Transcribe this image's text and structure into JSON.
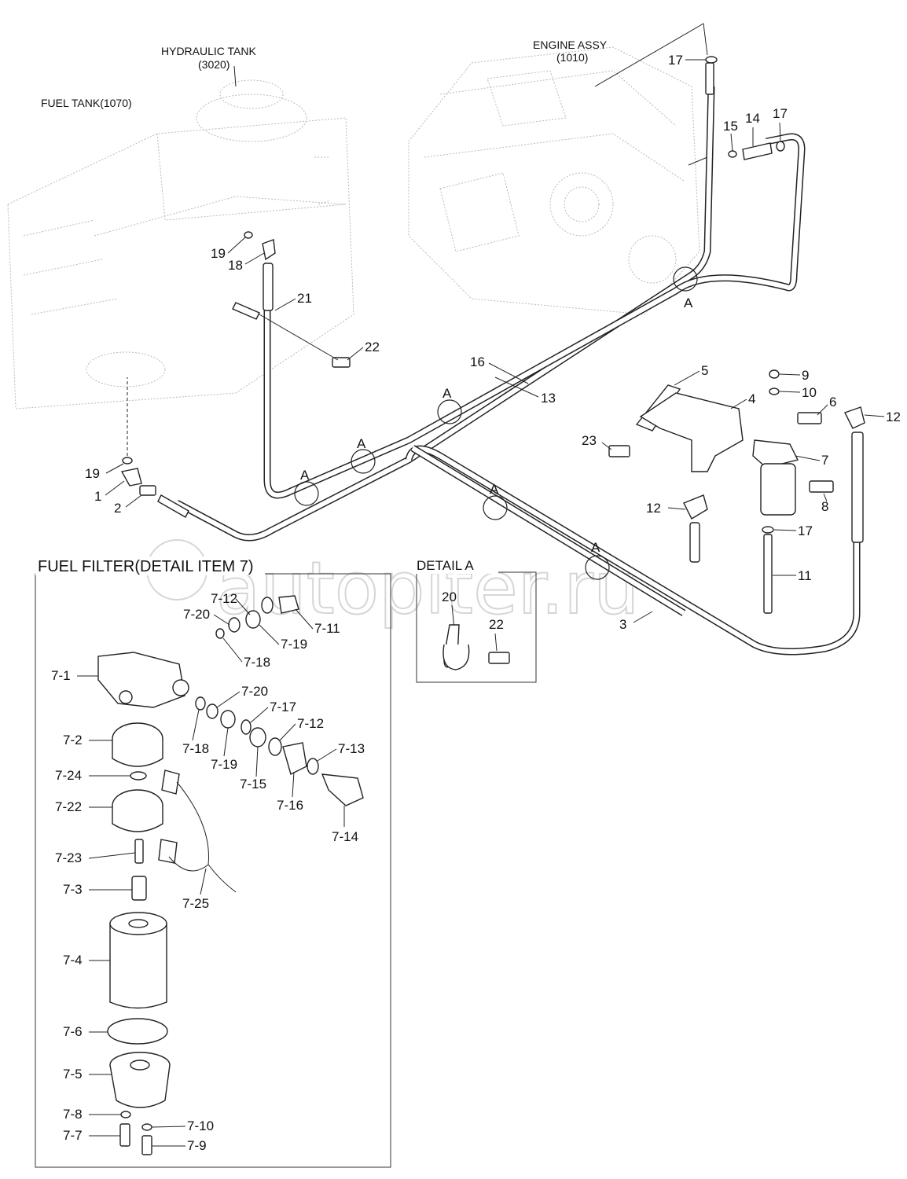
{
  "headings": {
    "hydraulic_tank": "HYDRAULIC TANK",
    "hydraulic_tank_code": "(3020)",
    "fuel_tank": "FUEL TANK(1070)",
    "engine_assy": "ENGINE ASSY",
    "engine_assy_code": "(1010)",
    "fuel_filter_detail": "FUEL FILTER(DETAIL ITEM 7)",
    "detail_a": "DETAIL  A"
  },
  "watermark": "autopiter.ru",
  "callouts": {
    "c17a": "17",
    "c15": "15",
    "c14": "14",
    "c17b": "17",
    "c19a": "19",
    "c18": "18",
    "c21": "21",
    "c22a": "22",
    "c16": "16",
    "c13": "13",
    "c5": "5",
    "c4": "4",
    "c9": "9",
    "c10": "10",
    "c6": "6",
    "c12a": "12",
    "c23": "23",
    "c7": "7",
    "c8": "8",
    "c12b": "12",
    "c17c": "17",
    "c11": "11",
    "c3": "3",
    "c19b": "19",
    "c1": "1",
    "c2": "2",
    "cA1": "A",
    "cA2": "A",
    "cA3": "A",
    "cA4": "A",
    "cA5": "A",
    "cA6": "A",
    "d20": "20",
    "d22": "22"
  },
  "filter_callouts": {
    "f7_12a": "7-12",
    "f7_20a": "7-20",
    "f7_11": "7-11",
    "f7_19a": "7-19",
    "f7_18a": "7-18",
    "f7_1": "7-1",
    "f7_20b": "7-20",
    "f7_17": "7-17",
    "f7_12b": "7-12",
    "f7_13": "7-13",
    "f7_2": "7-2",
    "f7_18b": "7-18",
    "f7_19b": "7-19",
    "f7_15": "7-15",
    "f7_16": "7-16",
    "f7_14": "7-14",
    "f7_24": "7-24",
    "f7_22": "7-22",
    "f7_23": "7-23",
    "f7_3": "7-3",
    "f7_25": "7-25",
    "f7_4": "7-4",
    "f7_6": "7-6",
    "f7_5": "7-5",
    "f7_8": "7-8",
    "f7_10": "7-10",
    "f7_7": "7-7",
    "f7_9": "7-9"
  }
}
